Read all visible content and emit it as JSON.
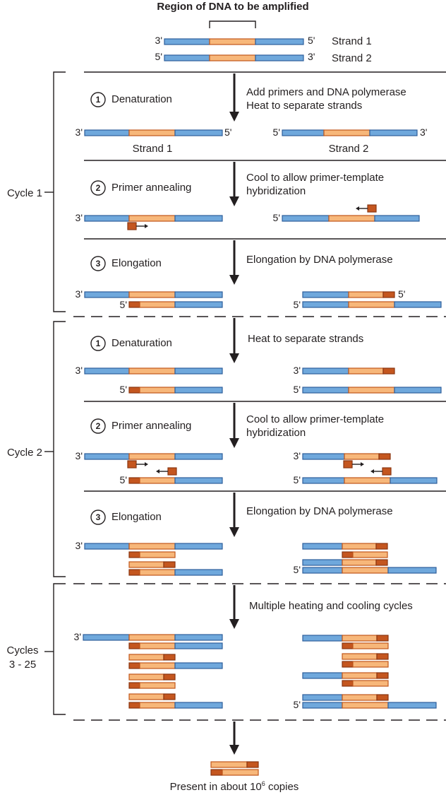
{
  "header": {
    "title": "Region of DNA to be amplified",
    "strand1": "Strand 1",
    "strand2": "Strand 2"
  },
  "ends": {
    "three": "3'",
    "five": "5'"
  },
  "cycles": {
    "cycle1": "Cycle 1",
    "cycle2": "Cycle 2",
    "cycle3_line1": "Cycles",
    "cycle3_line2": "3 - 25"
  },
  "steps": {
    "n1": "1",
    "n2": "2",
    "n3": "3",
    "denaturation": "Denaturation",
    "annealing": "Primer annealing",
    "elongation": "Elongation"
  },
  "notes": {
    "add_primers_1": "Add primers and DNA polymerase",
    "add_primers_2": "Heat to separate strands",
    "cool_1": "Cool to allow primer-template",
    "cool_2": "hybridization",
    "elong": "Elongation by DNA polymerase",
    "heat": "Heat to separate strands",
    "multiple": "Multiple heating and cooling cycles"
  },
  "footer": {
    "present": "Present in about 10",
    "exponent": "6",
    "copies": " copies"
  },
  "colors": {
    "template_strand": "#6fa8dc",
    "target_region": "#f7b77a",
    "primer": "#c4561f"
  }
}
